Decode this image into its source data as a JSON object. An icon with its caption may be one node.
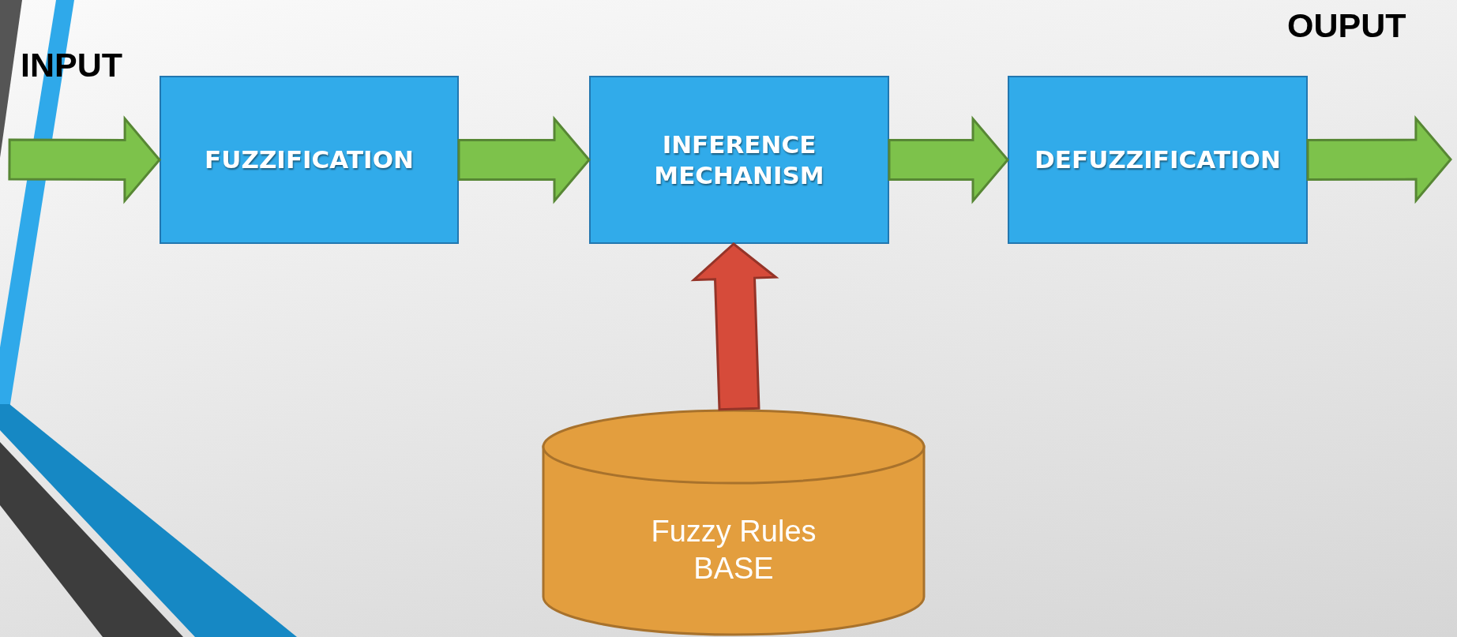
{
  "diagram": {
    "nodes": [
      {
        "text": [
          "FUZZIFICATION"
        ]
      },
      {
        "text": [
          "INFERENCE MECHANISM"
        ]
      },
      {
        "text": [
          "DEFUZZIFICATION"
        ]
      },
      {
        "text": [
          "Fuzzy Rules BASE"
        ]
      }
    ],
    "edges": [
      {
        "from": null,
        "to": 0,
        "arrow": "to"
      },
      {
        "from": 0,
        "to": 1,
        "arrow": "to"
      },
      {
        "from": 1,
        "to": 2,
        "arrow": "to"
      },
      {
        "from": 2,
        "to": null,
        "arrow": "to"
      },
      {
        "from": 3,
        "to": 1,
        "arrow": "to",
        "color": "#d64b3a"
      }
    ],
    "labels": [
      "OUPUT",
      "INPUT"
    ]
  }
}
